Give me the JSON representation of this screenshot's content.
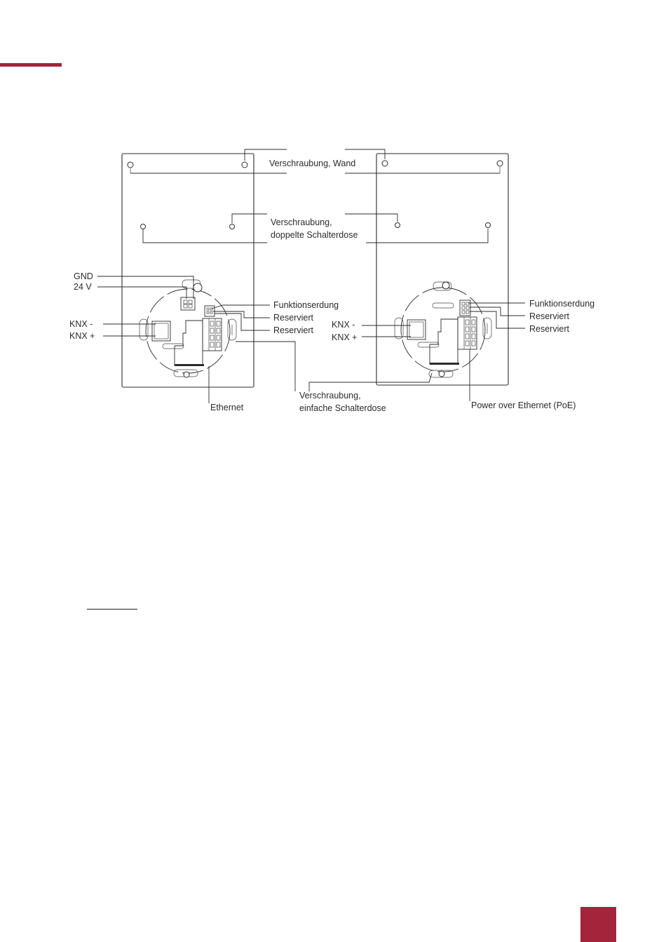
{
  "colors": {
    "accent": "#a4243b",
    "line": "#2b2b2b"
  },
  "labels": {
    "wall_screw": "Verschraubung, Wand",
    "double_box_1": "Verschraubung,",
    "double_box_2": "doppelte Schalterdose",
    "single_box_1": "Verschraubung,",
    "single_box_2": "einfache Schalterdose",
    "gnd": "GND",
    "v24": "24 V",
    "knx_minus": "KNX -",
    "knx_plus": "KNX +",
    "functional_earth": "Funktionserdung",
    "reserved": "Reserviert",
    "ethernet": "Ethernet",
    "poe": "Power over Ethernet (PoE)"
  }
}
